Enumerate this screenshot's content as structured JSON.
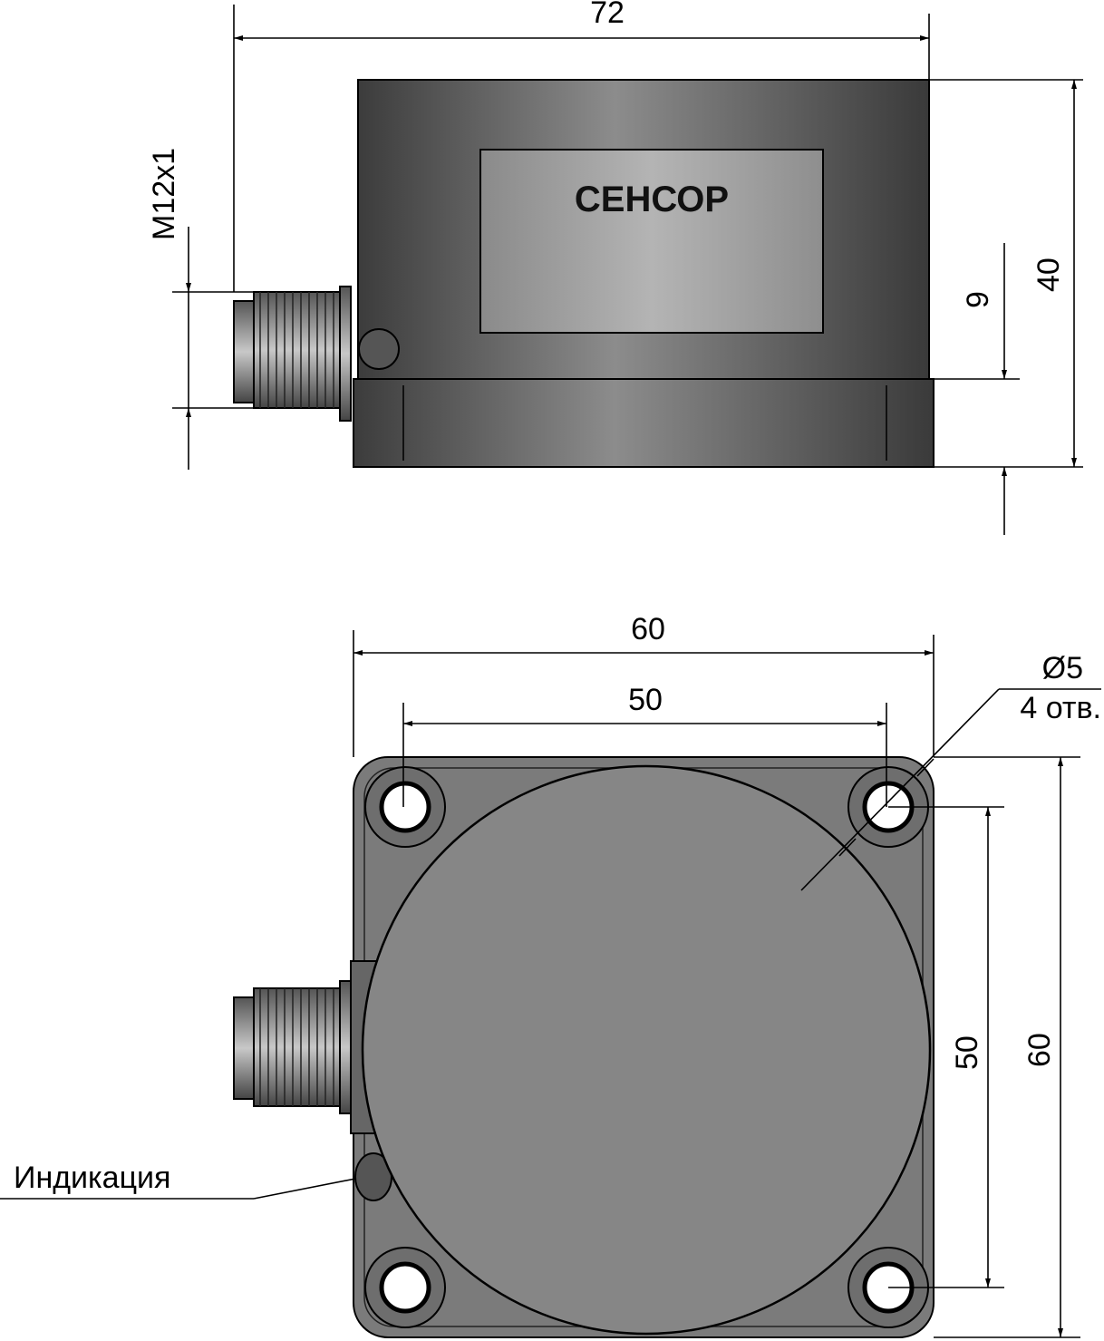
{
  "side_view": {
    "width_dim": "72",
    "thread_dim": "M12x1",
    "label_text": "СЕНСОР",
    "base_height_dim": "9",
    "height_dim": "40"
  },
  "top_view": {
    "width_outer_dim": "60",
    "width_holes_dim": "50",
    "hole_diameter": "Ø5",
    "hole_count": "4 отв.",
    "height_holes_dim": "50",
    "height_outer_dim": "60",
    "indicator_label": "Индикация"
  },
  "colors": {
    "body_dark": "#4a4a4a",
    "body_light": "#8a8a8a",
    "plate": "#7a7a7a"
  }
}
